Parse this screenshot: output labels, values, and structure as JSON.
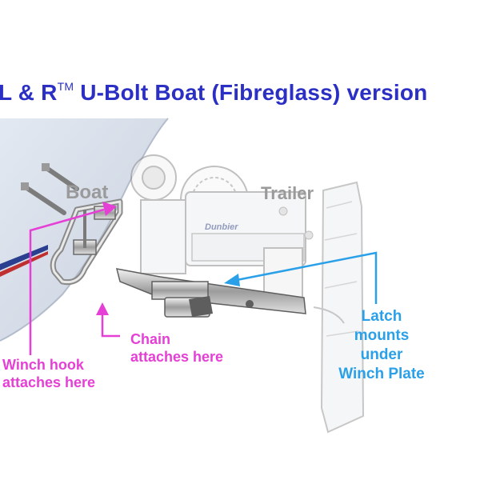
{
  "title": {
    "prefix": "L & R",
    "trademark": "TM",
    "suffix": " U-Bolt Boat (Fibreglass) version"
  },
  "labels": {
    "boat": "Boat",
    "trailer": "Trailer",
    "winch_brand": "Dunbier",
    "chain": [
      "Chain",
      "attaches here"
    ],
    "winch_hook": [
      "Winch hook",
      "attaches here"
    ],
    "latch": [
      "Latch",
      "mounts",
      "under",
      "Winch Plate"
    ]
  },
  "colors": {
    "title": "#2b2fc4",
    "magenta": "#e63fd6",
    "blue": "#2aa0e8",
    "grey_label": "#9a9a9a",
    "hull_stripe_blue": "#2a3f8f",
    "hull_stripe_red": "#c03030"
  }
}
